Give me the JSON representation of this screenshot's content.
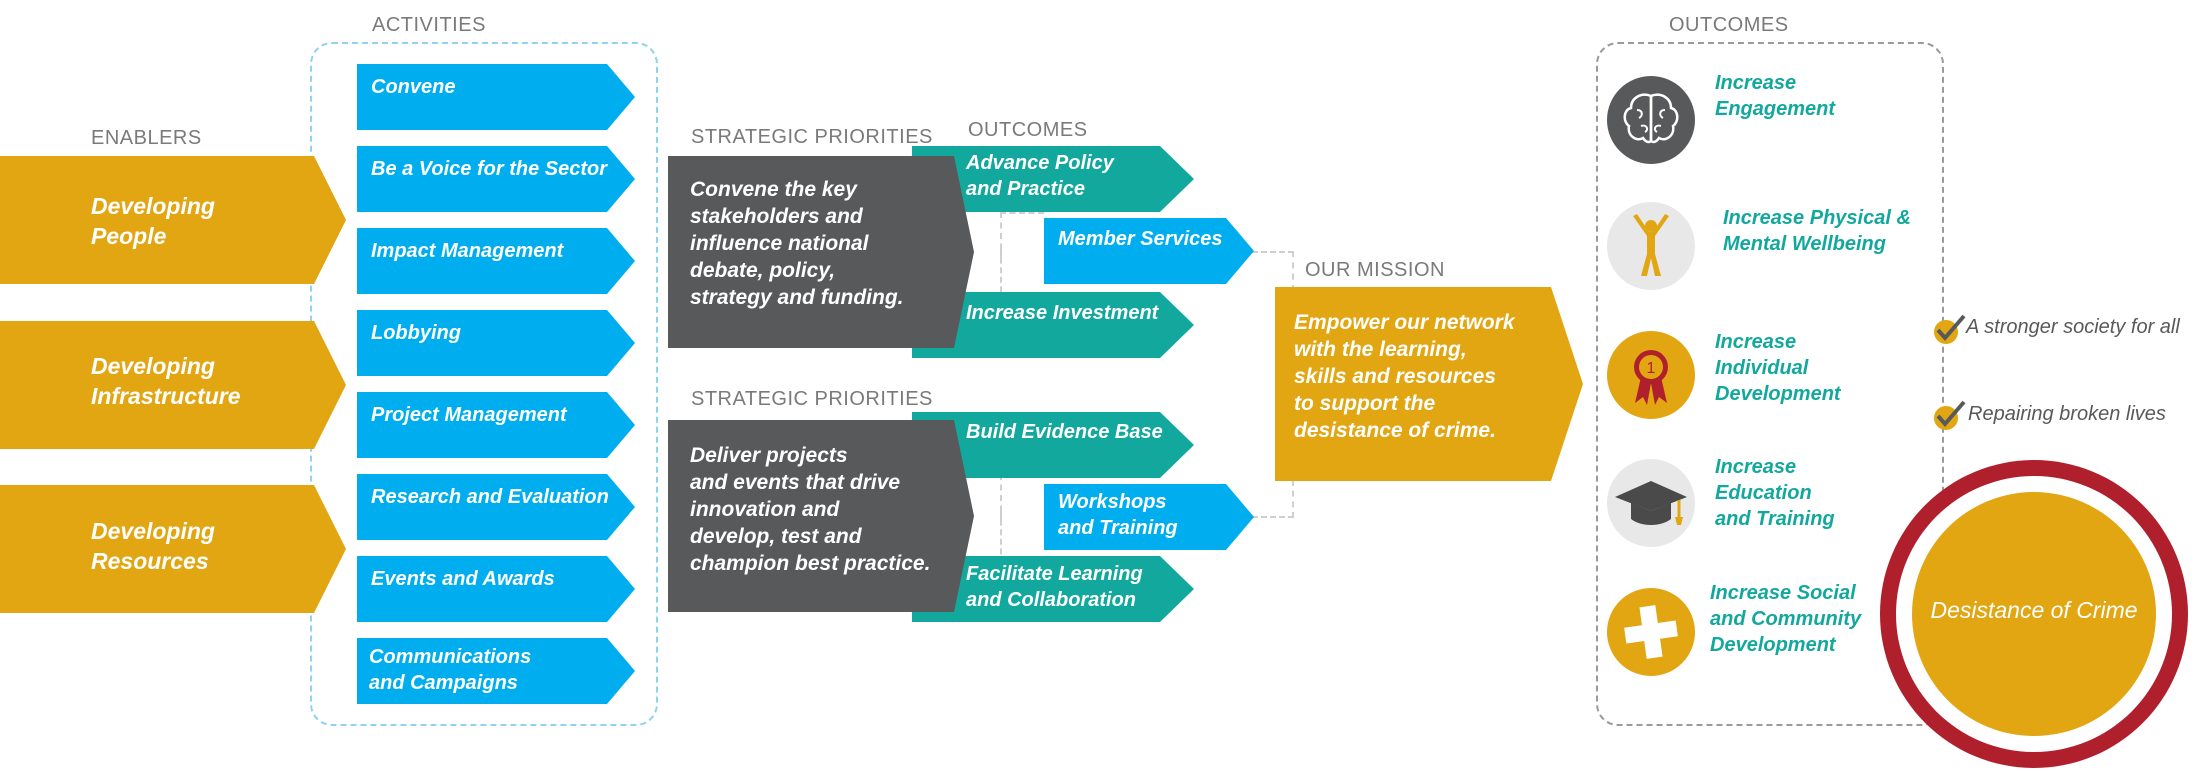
{
  "colors": {
    "gold": "#E2A613",
    "blue": "#00AEEF",
    "teal": "#13A89E",
    "dark": "#58595B",
    "red": "#B0202C",
    "grey_circle": "#E8E8E8"
  },
  "labels": {
    "enablers": "ENABLERS",
    "activities": "ACTIVITIES",
    "strategic_priorities_1": "STRATEGIC PRIORITIES",
    "strategic_priorities_2": "STRATEGIC PRIORITIES",
    "outcomes_mid": "OUTCOMES",
    "our_mission": "OUR MISSION",
    "outcomes_right": "OUTCOMES"
  },
  "enablers": [
    {
      "line1": "Developing",
      "line2": "People"
    },
    {
      "line1": "Developing",
      "line2": "Infrastructure"
    },
    {
      "line1": "Developing",
      "line2": "Resources"
    }
  ],
  "activities": [
    {
      "line1": "Convene",
      "line2": ""
    },
    {
      "line1": "Be a Voice for the Sector",
      "line2": ""
    },
    {
      "line1": "Impact Management",
      "line2": ""
    },
    {
      "line1": "Lobbying",
      "line2": ""
    },
    {
      "line1": "Project Management",
      "line2": ""
    },
    {
      "line1": "Research and Evaluation",
      "line2": ""
    },
    {
      "line1": "Events and Awards",
      "line2": ""
    },
    {
      "line1": "Communications",
      "line2": "and Campaigns"
    }
  ],
  "priorities": [
    {
      "lines": [
        "Convene the key",
        "stakeholders and",
        "influence national",
        "debate, policy,",
        "strategy and funding."
      ]
    },
    {
      "lines": [
        "Deliver projects",
        "and events that drive",
        "innovation and",
        "develop, test and",
        "champion best practice."
      ]
    }
  ],
  "mid_outcomes": [
    {
      "line1": "Advance Policy",
      "line2": "and Practice"
    },
    {
      "line1": "Member Services",
      "line2": ""
    },
    {
      "line1": "Increase Investment",
      "line2": ""
    },
    {
      "line1": "Build Evidence Base",
      "line2": ""
    },
    {
      "line1": "Workshops",
      "line2": "and Training"
    },
    {
      "line1": "Facilitate Learning",
      "line2": "and Collaboration"
    }
  ],
  "mission": {
    "lines": [
      "Empower our network",
      "with the learning,",
      "skills and resources",
      "to support the",
      "desistance of crime."
    ]
  },
  "right_outcomes": [
    {
      "icon": "brain-icon",
      "lines": [
        "Increase",
        "Engagement"
      ]
    },
    {
      "icon": "person-icon",
      "lines": [
        "Increase Physical &",
        "Mental Wellbeing"
      ]
    },
    {
      "icon": "award-ribbon-icon",
      "lines": [
        "Increase",
        "Individual",
        "Development"
      ]
    },
    {
      "icon": "graduation-cap-icon",
      "lines": [
        "Increase",
        "Education",
        "and Training"
      ]
    },
    {
      "icon": "cross-icon",
      "lines": [
        "Increase Social",
        "and Community",
        "Development"
      ]
    }
  ],
  "ribbon_number": "1",
  "results": [
    {
      "icon": "check-icon",
      "text": "A stronger society for all"
    },
    {
      "icon": "check-icon",
      "text": "Repairing broken lives"
    }
  ],
  "goal": "Desistance of Crime"
}
